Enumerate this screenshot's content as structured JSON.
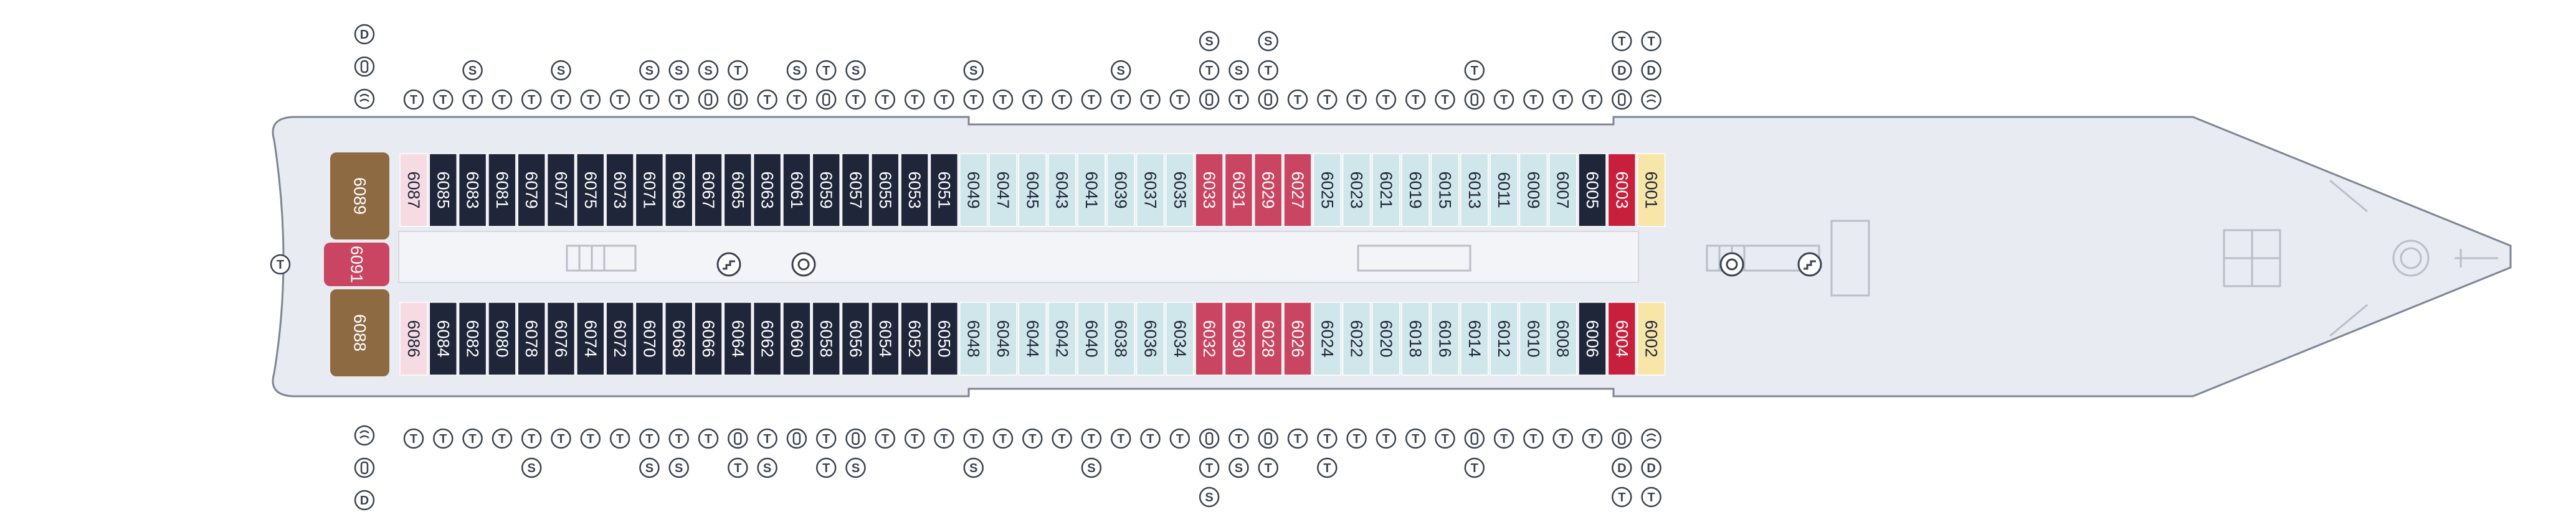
{
  "colors": {
    "hull": "#e8ebf1",
    "hull_stroke": "#7e8593",
    "corridor": "#f3f4f7",
    "navy": "#1f2639",
    "rose": "#c94561",
    "red": "#c8203c",
    "aqua": "#cfe6ea",
    "yellow": "#f7e6a8",
    "brown": "#8e6a42",
    "text_dark": "#1f2639",
    "text_light": "#ffffff",
    "symbol_stroke": "#3b4150",
    "pink_light": "#f6dbe3"
  },
  "cabins_top": [
    {
      "number": "6087",
      "category": "pinklight",
      "icons": [
        "T"
      ]
    },
    {
      "number": "6085",
      "category": "navy",
      "icons": [
        "T"
      ]
    },
    {
      "number": "6083",
      "category": "navy",
      "icons": [
        "S",
        "T"
      ]
    },
    {
      "number": "6081",
      "category": "navy",
      "icons": [
        "T"
      ]
    },
    {
      "number": "6079",
      "category": "navy",
      "icons": [
        "T"
      ]
    },
    {
      "number": "6077",
      "category": "navy",
      "icons": [
        "S",
        "T"
      ]
    },
    {
      "number": "6075",
      "category": "navy",
      "icons": [
        "T"
      ]
    },
    {
      "number": "6073",
      "category": "navy",
      "icons": [
        "T"
      ]
    },
    {
      "number": "6071",
      "category": "navy",
      "icons": [
        "S",
        "T"
      ]
    },
    {
      "number": "6069",
      "category": "navy",
      "icons": [
        "S",
        "T"
      ]
    },
    {
      "number": "6067",
      "category": "navy",
      "icons": [
        "S",
        "A"
      ]
    },
    {
      "number": "6065",
      "category": "navy",
      "icons": [
        "T",
        "A"
      ]
    },
    {
      "number": "6063",
      "category": "navy",
      "icons": [
        "T"
      ]
    },
    {
      "number": "6061",
      "category": "navy",
      "icons": [
        "S",
        "T"
      ]
    },
    {
      "number": "6059",
      "category": "navy",
      "icons": [
        "T",
        "A"
      ]
    },
    {
      "number": "6057",
      "category": "navy",
      "icons": [
        "S",
        "T"
      ]
    },
    {
      "number": "6055",
      "category": "navy",
      "icons": [
        "T"
      ]
    },
    {
      "number": "6053",
      "category": "navy",
      "icons": [
        "T"
      ]
    },
    {
      "number": "6051",
      "category": "navy",
      "icons": [
        "T"
      ]
    },
    {
      "number": "6049",
      "category": "aqua",
      "icons": [
        "S",
        "T"
      ]
    },
    {
      "number": "6047",
      "category": "aqua",
      "icons": [
        "T"
      ]
    },
    {
      "number": "6045",
      "category": "aqua",
      "icons": [
        "T"
      ]
    },
    {
      "number": "6043",
      "category": "aqua",
      "icons": [
        "T"
      ]
    },
    {
      "number": "6041",
      "category": "aqua",
      "icons": [
        "T"
      ]
    },
    {
      "number": "6039",
      "category": "aqua",
      "icons": [
        "S",
        "T"
      ]
    },
    {
      "number": "6037",
      "category": "aqua",
      "icons": [
        "T"
      ]
    },
    {
      "number": "6035",
      "category": "aqua",
      "icons": [
        "T"
      ]
    },
    {
      "number": "6033",
      "category": "rose",
      "icons": [
        "S",
        "T",
        "A"
      ]
    },
    {
      "number": "6031",
      "category": "rose",
      "icons": [
        "S",
        "T"
      ]
    },
    {
      "number": "6029",
      "category": "rose",
      "icons": [
        "S",
        "T",
        "A"
      ]
    },
    {
      "number": "6027",
      "category": "rose",
      "icons": [
        "T"
      ]
    },
    {
      "number": "6025",
      "category": "aqua",
      "icons": [
        "T"
      ]
    },
    {
      "number": "6023",
      "category": "aqua",
      "icons": [
        "T"
      ]
    },
    {
      "number": "6021",
      "category": "aqua",
      "icons": [
        "T"
      ]
    },
    {
      "number": "6019",
      "category": "aqua",
      "icons": [
        "T"
      ]
    },
    {
      "number": "6015",
      "category": "aqua",
      "icons": [
        "T"
      ]
    },
    {
      "number": "6013",
      "category": "aqua",
      "icons": [
        "T",
        "A"
      ]
    },
    {
      "number": "6011",
      "category": "aqua",
      "icons": [
        "T"
      ]
    },
    {
      "number": "6009",
      "category": "aqua",
      "icons": [
        "T"
      ]
    },
    {
      "number": "6007",
      "category": "aqua",
      "icons": [
        "T"
      ]
    },
    {
      "number": "6005",
      "category": "navy",
      "icons": [
        "T"
      ]
    },
    {
      "number": "6003",
      "category": "red",
      "icons": [
        "T",
        "D",
        "A"
      ]
    },
    {
      "number": "6001",
      "category": "yellow",
      "icons": [
        "T",
        "D",
        "W"
      ]
    }
  ],
  "cabins_bottom": [
    {
      "number": "6086",
      "category": "pinklight",
      "icons": [
        "T"
      ]
    },
    {
      "number": "6084",
      "category": "navy",
      "icons": [
        "T"
      ]
    },
    {
      "number": "6082",
      "category": "navy",
      "icons": [
        "T"
      ]
    },
    {
      "number": "6080",
      "category": "navy",
      "icons": [
        "T"
      ]
    },
    {
      "number": "6078",
      "category": "navy",
      "icons": [
        "T",
        "S"
      ]
    },
    {
      "number": "6076",
      "category": "navy",
      "icons": [
        "T"
      ]
    },
    {
      "number": "6074",
      "category": "navy",
      "icons": [
        "T"
      ]
    },
    {
      "number": "6072",
      "category": "navy",
      "icons": [
        "T"
      ]
    },
    {
      "number": "6070",
      "category": "navy",
      "icons": [
        "T",
        "S"
      ]
    },
    {
      "number": "6068",
      "category": "navy",
      "icons": [
        "T",
        "S"
      ]
    },
    {
      "number": "6066",
      "category": "navy",
      "icons": [
        "T"
      ]
    },
    {
      "number": "6064",
      "category": "navy",
      "icons": [
        "A",
        "T"
      ]
    },
    {
      "number": "6062",
      "category": "navy",
      "icons": [
        "T",
        "S"
      ]
    },
    {
      "number": "6060",
      "category": "navy",
      "icons": [
        "A"
      ]
    },
    {
      "number": "6058",
      "category": "navy",
      "icons": [
        "T",
        "T"
      ]
    },
    {
      "number": "6056",
      "category": "navy",
      "icons": [
        "A",
        "S"
      ]
    },
    {
      "number": "6054",
      "category": "navy",
      "icons": [
        "T"
      ]
    },
    {
      "number": "6052",
      "category": "navy",
      "icons": [
        "T"
      ]
    },
    {
      "number": "6050",
      "category": "navy",
      "icons": [
        "T"
      ]
    },
    {
      "number": "6048",
      "category": "aqua",
      "icons": [
        "T",
        "S"
      ]
    },
    {
      "number": "6046",
      "category": "aqua",
      "icons": [
        "T"
      ]
    },
    {
      "number": "6044",
      "category": "aqua",
      "icons": [
        "T"
      ]
    },
    {
      "number": "6042",
      "category": "aqua",
      "icons": [
        "T"
      ]
    },
    {
      "number": "6040",
      "category": "aqua",
      "icons": [
        "T",
        "S"
      ]
    },
    {
      "number": "6038",
      "category": "aqua",
      "icons": [
        "T"
      ]
    },
    {
      "number": "6036",
      "category": "aqua",
      "icons": [
        "T"
      ]
    },
    {
      "number": "6034",
      "category": "aqua",
      "icons": [
        "T"
      ]
    },
    {
      "number": "6032",
      "category": "rose",
      "icons": [
        "A",
        "T",
        "S"
      ]
    },
    {
      "number": "6030",
      "category": "rose",
      "icons": [
        "T",
        "S"
      ]
    },
    {
      "number": "6028",
      "category": "rose",
      "icons": [
        "A",
        "T"
      ]
    },
    {
      "number": "6026",
      "category": "rose",
      "icons": [
        "T"
      ]
    },
    {
      "number": "6024",
      "category": "aqua",
      "icons": [
        "T",
        "T"
      ]
    },
    {
      "number": "6022",
      "category": "aqua",
      "icons": [
        "T"
      ]
    },
    {
      "number": "6020",
      "category": "aqua",
      "icons": [
        "T"
      ]
    },
    {
      "number": "6018",
      "category": "aqua",
      "icons": [
        "T"
      ]
    },
    {
      "number": "6016",
      "category": "aqua",
      "icons": [
        "T"
      ]
    },
    {
      "number": "6014",
      "category": "aqua",
      "icons": [
        "A",
        "T"
      ]
    },
    {
      "number": "6012",
      "category": "aqua",
      "icons": [
        "T"
      ]
    },
    {
      "number": "6010",
      "category": "aqua",
      "icons": [
        "T"
      ]
    },
    {
      "number": "6008",
      "category": "aqua",
      "icons": [
        "T"
      ]
    },
    {
      "number": "6006",
      "category": "navy",
      "icons": [
        "T"
      ]
    },
    {
      "number": "6004",
      "category": "red",
      "icons": [
        "A",
        "D",
        "T"
      ]
    },
    {
      "number": "6002",
      "category": "yellow",
      "icons": [
        "W",
        "D",
        "T"
      ]
    }
  ],
  "suites_aft": [
    {
      "number": "6089",
      "category": "brown",
      "icons_above": [
        "D",
        "A",
        "W"
      ]
    },
    {
      "number": "6091",
      "category": "rose",
      "icons_left": [
        "T"
      ]
    },
    {
      "number": "6088",
      "category": "brown",
      "icons_below": [
        "W",
        "A",
        "D"
      ]
    }
  ]
}
